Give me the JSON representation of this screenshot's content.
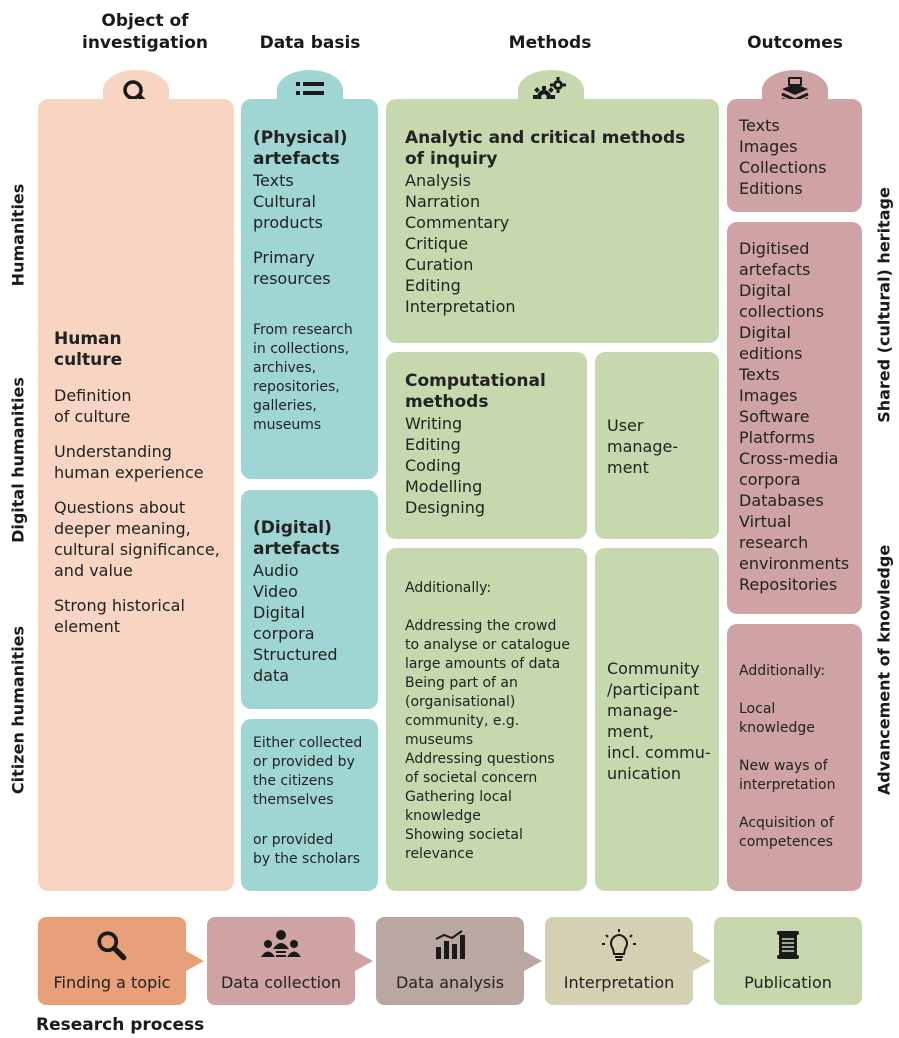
{
  "headers": {
    "object": [
      "Object of",
      "investigation"
    ],
    "data": "Data basis",
    "methods": "Methods",
    "outcomes": "Outcomes"
  },
  "side_labels": {
    "humanities": "Humanities",
    "digital": "Digital humanities",
    "citizen": "Citizen humanities",
    "shared": "Shared (cultural) heritage",
    "advancement": "Advancement of knowledge"
  },
  "object": {
    "title": [
      "Human",
      "culture"
    ],
    "items": [
      [
        "Definition",
        "of culture"
      ],
      [
        "Understanding",
        "human experience"
      ],
      [
        "Questions about",
        "deeper meaning,",
        "cultural significance,",
        "and value"
      ],
      [
        "Strong historical",
        "element"
      ]
    ]
  },
  "data_basis": {
    "physical": {
      "title": [
        "(Physical)",
        "artefacts"
      ],
      "items": [
        "Texts",
        "Cultural",
        "products"
      ],
      "items2": [
        "Primary",
        "resources"
      ],
      "small": [
        "From research",
        "in collections,",
        "archives,",
        "repositories,",
        "galleries,",
        "museums"
      ]
    },
    "digital": {
      "title": [
        "(Digital)",
        "artefacts"
      ],
      "items": [
        "Audio",
        "Video",
        "Digital",
        "corpora",
        "Structured",
        "data"
      ]
    },
    "citizen": {
      "items": [
        "Either collected",
        "or provided by",
        "the citizens",
        "themselves"
      ],
      "items2": [
        "or provided",
        "by the scholars"
      ]
    }
  },
  "methods": {
    "analytic": {
      "title": [
        "Analytic and critical methods",
        "of inquiry"
      ],
      "items": [
        "Analysis",
        "Narration",
        "Commentary",
        "Critique",
        "Curation",
        "Editing",
        "Interpretation"
      ]
    },
    "computational": {
      "title": [
        "Computational",
        "methods"
      ],
      "items": [
        "Writing",
        "Editing",
        "Coding",
        "Modelling",
        "Designing"
      ]
    },
    "user_mgmt": [
      "User",
      "manage-",
      "ment"
    ],
    "citizen": {
      "intro": "Additionally:",
      "items": [
        "Addressing the crowd",
        "to analyse or catalogue",
        "large amounts of data",
        "Being part of an",
        "(organisational)",
        "community, e.g.",
        "museums",
        "Addressing questions",
        "of societal concern",
        "Gathering local",
        "knowledge",
        "Showing societal",
        "relevance"
      ]
    },
    "community": [
      "Community",
      "/participant",
      "manage-",
      "ment,",
      "incl. commu-",
      "unication"
    ]
  },
  "outcomes": {
    "humanities": [
      "Texts",
      "Images",
      "Collections",
      "Editions"
    ],
    "digital": [
      "Digitised",
      "artefacts",
      "Digital",
      "collections",
      "Digital",
      "editions",
      "Texts",
      "Images",
      "Software",
      "Platforms",
      "Cross-media",
      "corpora",
      "Databases",
      "Virtual",
      "research",
      "environments",
      "Repositories"
    ],
    "citizen": {
      "intro": "Additionally:",
      "items": [
        [
          "Local",
          "knowledge"
        ],
        [
          "New ways of",
          "interpretation"
        ],
        [
          "Acquisition of",
          "competences"
        ]
      ]
    }
  },
  "process": {
    "label": "Research process",
    "steps": [
      {
        "label": "Finding a topic",
        "color": "#e8a07a",
        "icon": "magnifier-icon"
      },
      {
        "label": "Data collection",
        "color": "#cfa3a4",
        "icon": "people-icon"
      },
      {
        "label": "Data analysis",
        "color": "#bba7a2",
        "icon": "bar-chart-icon"
      },
      {
        "label": "Interpretation",
        "color": "#d6d0b3",
        "icon": "lightbulb-icon"
      },
      {
        "label": "Publication",
        "color": "#c7d8ae",
        "icon": "scroll-icon"
      }
    ]
  },
  "colors": {
    "object": "#f8d5c3",
    "data": "#9fd6d4",
    "methods": "#c7d8ae",
    "outcomes": "#cfa3a4"
  }
}
